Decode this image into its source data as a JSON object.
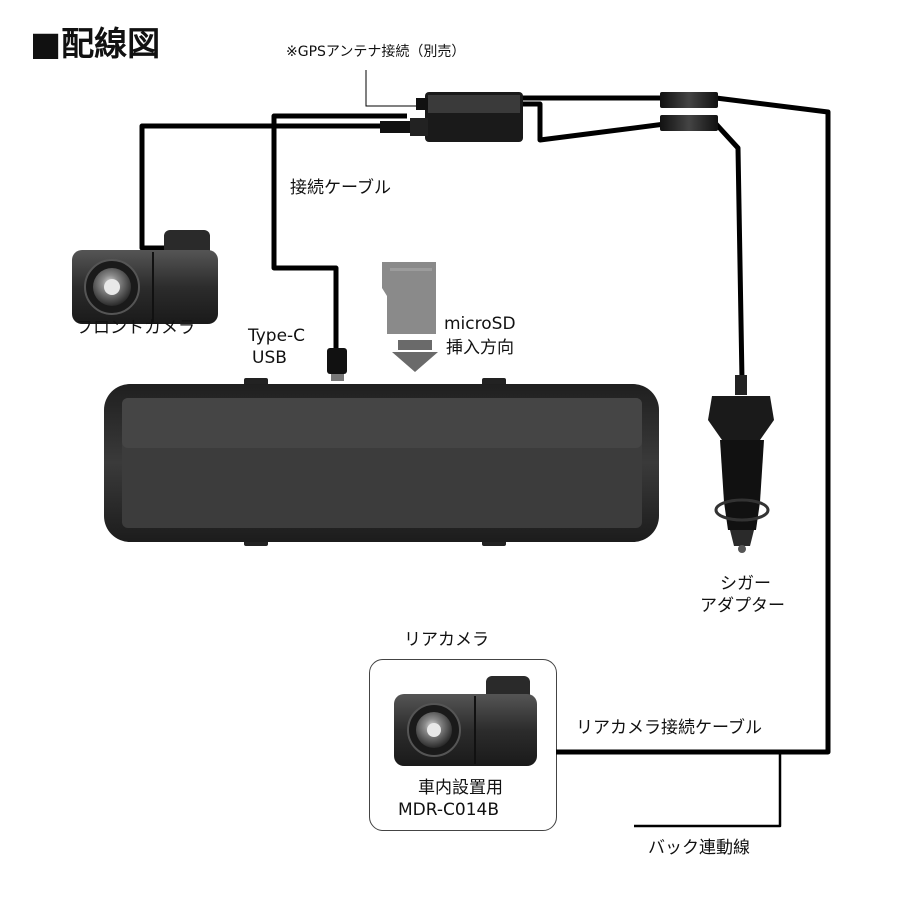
{
  "title": "■配線図",
  "labels": {
    "gps_antenna": "※GPSアンテナ接続（別売）",
    "connection_cable": "接続ケーブル",
    "front_camera": "フロントカメラ",
    "type_c_line1": "Type-C",
    "type_c_line2": "USB",
    "microsd_line1": "microSD",
    "microsd_line2": "挿入方向",
    "cigar_line1": "シガー",
    "cigar_line2": "アダプター",
    "rear_camera": "リアカメラ",
    "rear_camera_cable": "リアカメラ接続ケーブル",
    "rear_install_line1": "車内設置用",
    "rear_install_line2": "MDR-C014B",
    "reverse_wire": "バック連動線"
  },
  "colors": {
    "cable": "#000000",
    "mirror_body": "#2b2b2b",
    "mirror_screen": "#3a3a3a",
    "camera_body": "#3c3c3c",
    "sd_card": "#8a8a8a"
  },
  "icons": {
    "front_camera": "camera-icon",
    "rear_camera": "camera-icon",
    "sd_card": "sd-card-icon",
    "insert_arrow": "arrow-down-icon",
    "cigar_adapter": "cigar-plug-icon",
    "mirror_monitor": "mirror-monitor-icon"
  }
}
